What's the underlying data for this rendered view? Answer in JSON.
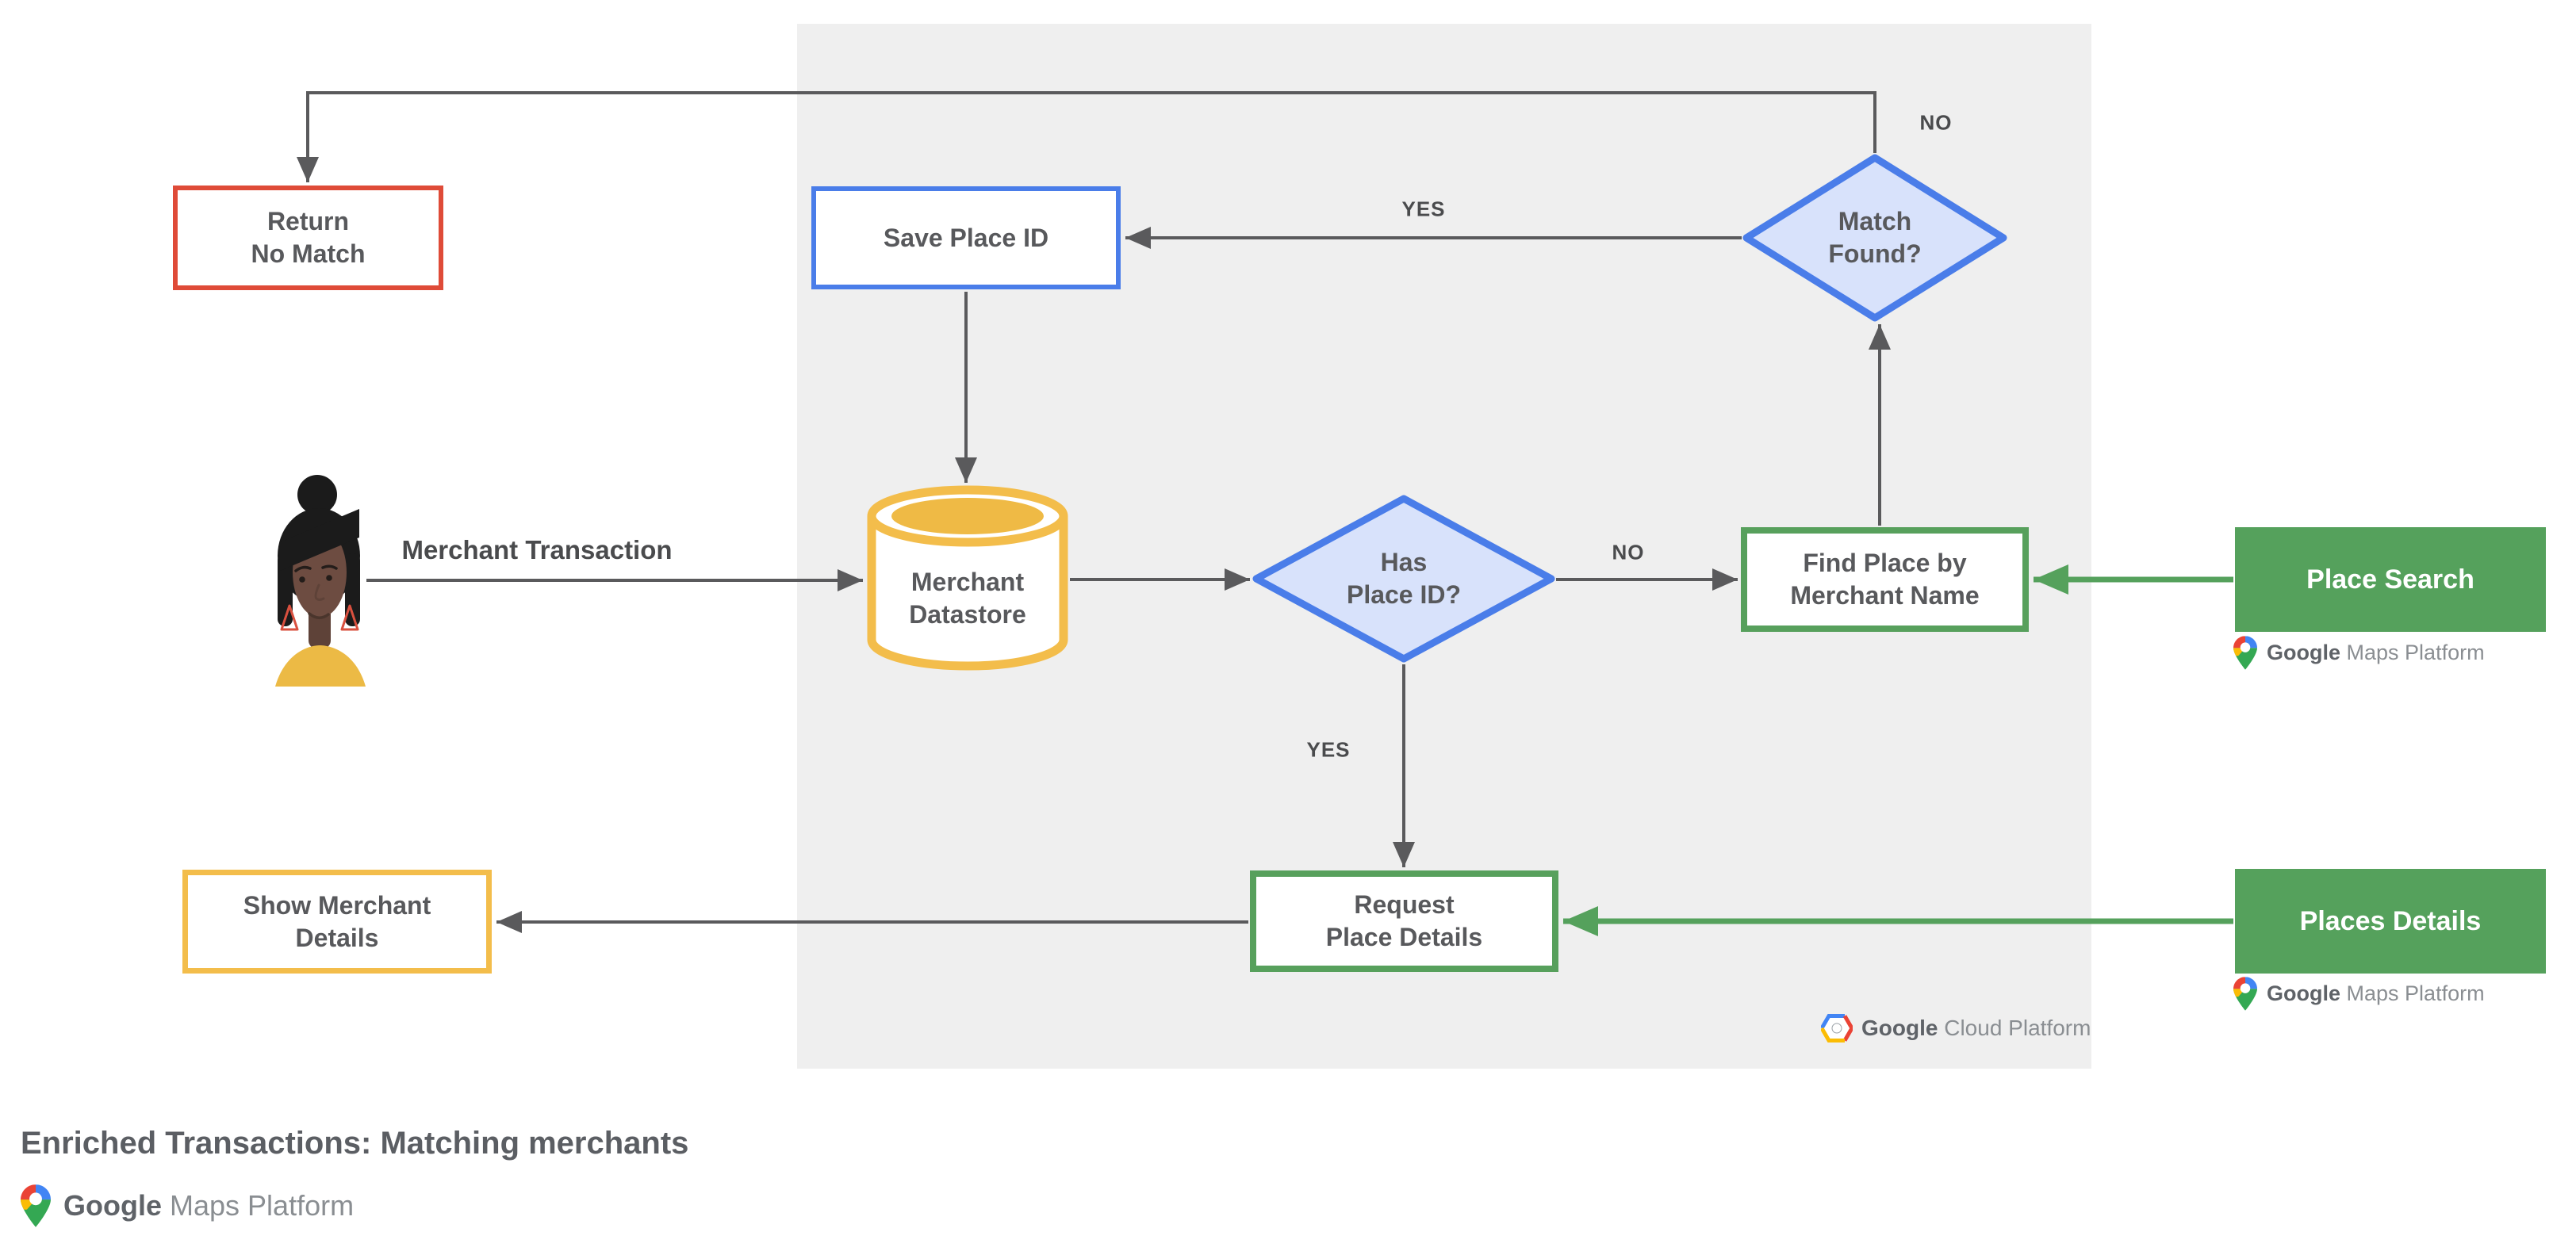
{
  "title": {
    "text": "Enriched Transactions: Matching merchants"
  },
  "nodes": {
    "return_no_match": {
      "label": "Return\nNo Match",
      "border_color": "#DF4B38"
    },
    "save_place_id": {
      "label": "Save Place ID",
      "border_color": "#4A7DE9"
    },
    "match_found": {
      "label": "Match\nFound?",
      "border_color": "#4A7DE9",
      "fill": "#D8E2FB"
    },
    "merchant_datastore": {
      "label": "Merchant\nDatastore",
      "border_color": "#F3BD4B",
      "top_fill": "#EFBA45"
    },
    "has_place_id": {
      "label": "Has\nPlace ID?",
      "border_color": "#4A7DE9",
      "fill": "#D8E2FB"
    },
    "find_place_by_merchant_name": {
      "label": "Find Place by\nMerchant Name",
      "border_color": "#57A05C"
    },
    "place_search": {
      "label": "Place Search",
      "fill": "#55A15C"
    },
    "request_place_details": {
      "label": "Request\nPlace Details",
      "border_color": "#57A05C"
    },
    "places_details": {
      "label": "Places Details",
      "fill": "#55A15C"
    },
    "show_merchant_details": {
      "label": "Show Merchant\nDetails",
      "border_color": "#F3BD4B"
    }
  },
  "edge_labels": {
    "match_found_no": "NO",
    "match_found_yes": "YES",
    "has_place_id_no": "NO",
    "has_place_id_yes": "YES",
    "merchant_transaction": "Merchant Transaction"
  },
  "logos": {
    "google_cloud_platform": {
      "google": "Google",
      "suffix": "Cloud Platform"
    },
    "google_maps_platform": {
      "google": "Google",
      "suffix": "Maps Platform"
    }
  },
  "colors": {
    "red": "#DF4B38",
    "blue": "#4A7DE9",
    "blue_fill": "#D8E2FB",
    "yellow": "#F3BD4B",
    "yellow_fill": "#EFBA45",
    "green": "#55A15C",
    "panel_gray": "#EFEFEF",
    "line_gray": "#5A5A5C",
    "text_gray": "#58595C"
  }
}
